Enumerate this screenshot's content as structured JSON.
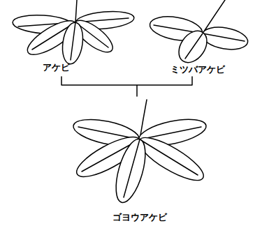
{
  "diagram": {
    "labels": [
      "アケビ",
      "ミツバアケビ",
      "ゴヨウアケビ"
    ]
  }
}
